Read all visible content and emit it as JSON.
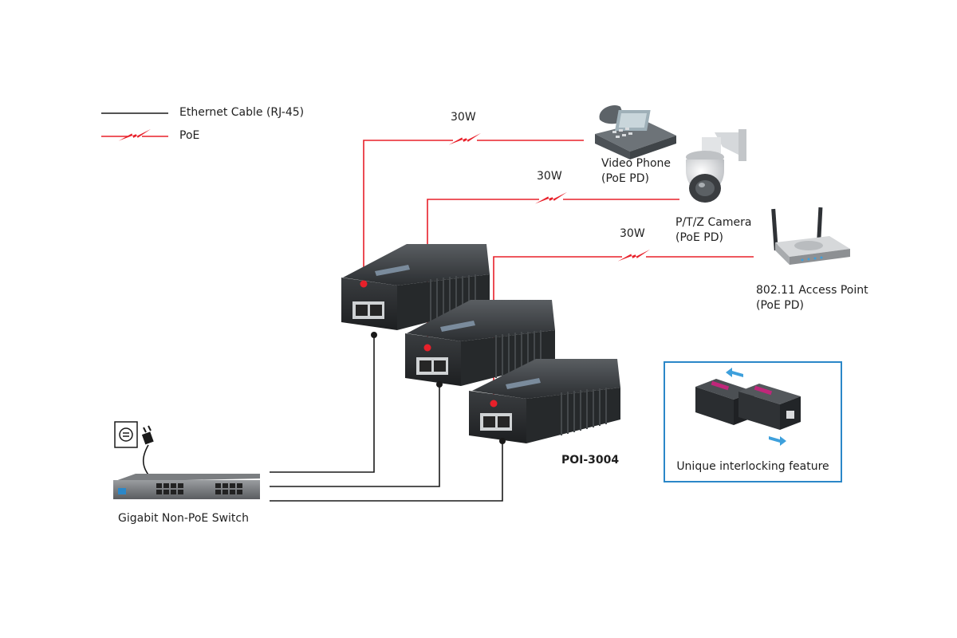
{
  "legend": {
    "ethernet_label": "Ethernet Cable (RJ-45)",
    "poe_label": "PoE"
  },
  "power_labels": [
    "30W",
    "30W",
    "30W"
  ],
  "devices": {
    "video_phone": {
      "name": "Video Phone",
      "type": "(PoE PD)"
    },
    "camera": {
      "name": "P/T/Z Camera",
      "type": "(PoE PD)"
    },
    "access_point": {
      "name": "802.11 Access Point",
      "type": "(PoE PD)"
    },
    "switch": {
      "name": "Gigabit Non-PoE Switch"
    }
  },
  "model": "POI-3004",
  "inset": {
    "caption": "Unique interlocking feature"
  },
  "colors": {
    "ethernet": "#1a1a1a",
    "poe": "#e8202a",
    "inset_border": "#2b87c8",
    "inset_arrow": "#3ea0dc"
  }
}
